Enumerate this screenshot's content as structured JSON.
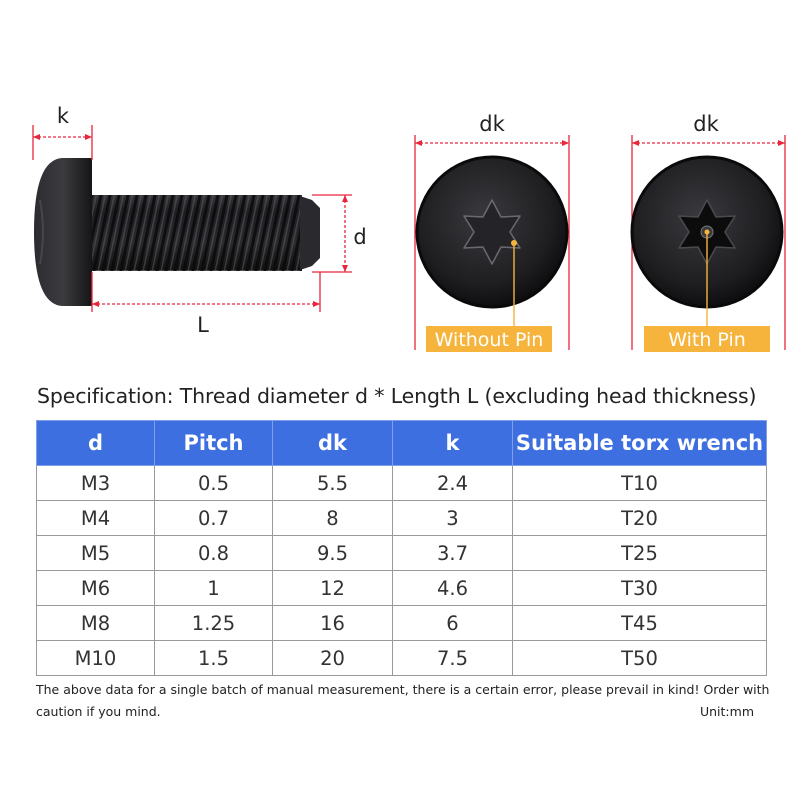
{
  "diagram": {
    "labels": {
      "k": "k",
      "d": "d",
      "L": "L",
      "dk_left": "dk",
      "dk_right": "dk"
    },
    "tags": {
      "without_pin": "Without Pin",
      "with_pin": "With Pin"
    },
    "colors": {
      "dimension_line": "#e8263c",
      "tag": "#f6b43c",
      "screw": "#1c1c1e"
    }
  },
  "spec": {
    "title": "Specification: Thread diameter d * Length L (excluding head thickness)",
    "headers": [
      "d",
      "Pitch",
      "dk",
      "k",
      "Suitable torx wrench"
    ],
    "rows": [
      [
        "M3",
        "0.5",
        "5.5",
        "2.4",
        "T10"
      ],
      [
        "M4",
        "0.7",
        "8",
        "3",
        "T20"
      ],
      [
        "M5",
        "0.8",
        "9.5",
        "3.7",
        "T25"
      ],
      [
        "M6",
        "1",
        "12",
        "4.6",
        "T30"
      ],
      [
        "M8",
        "1.25",
        "16",
        "6",
        "T45"
      ],
      [
        "M10",
        "1.5",
        "20",
        "7.5",
        "T50"
      ]
    ],
    "header_color": "#3d6fe0"
  },
  "notes": {
    "line1": "The above data for a single batch of manual measurement, there is a certain error, please prevail in kind! Order with",
    "line2": "caution if you mind.",
    "unit": "Unit:mm"
  }
}
